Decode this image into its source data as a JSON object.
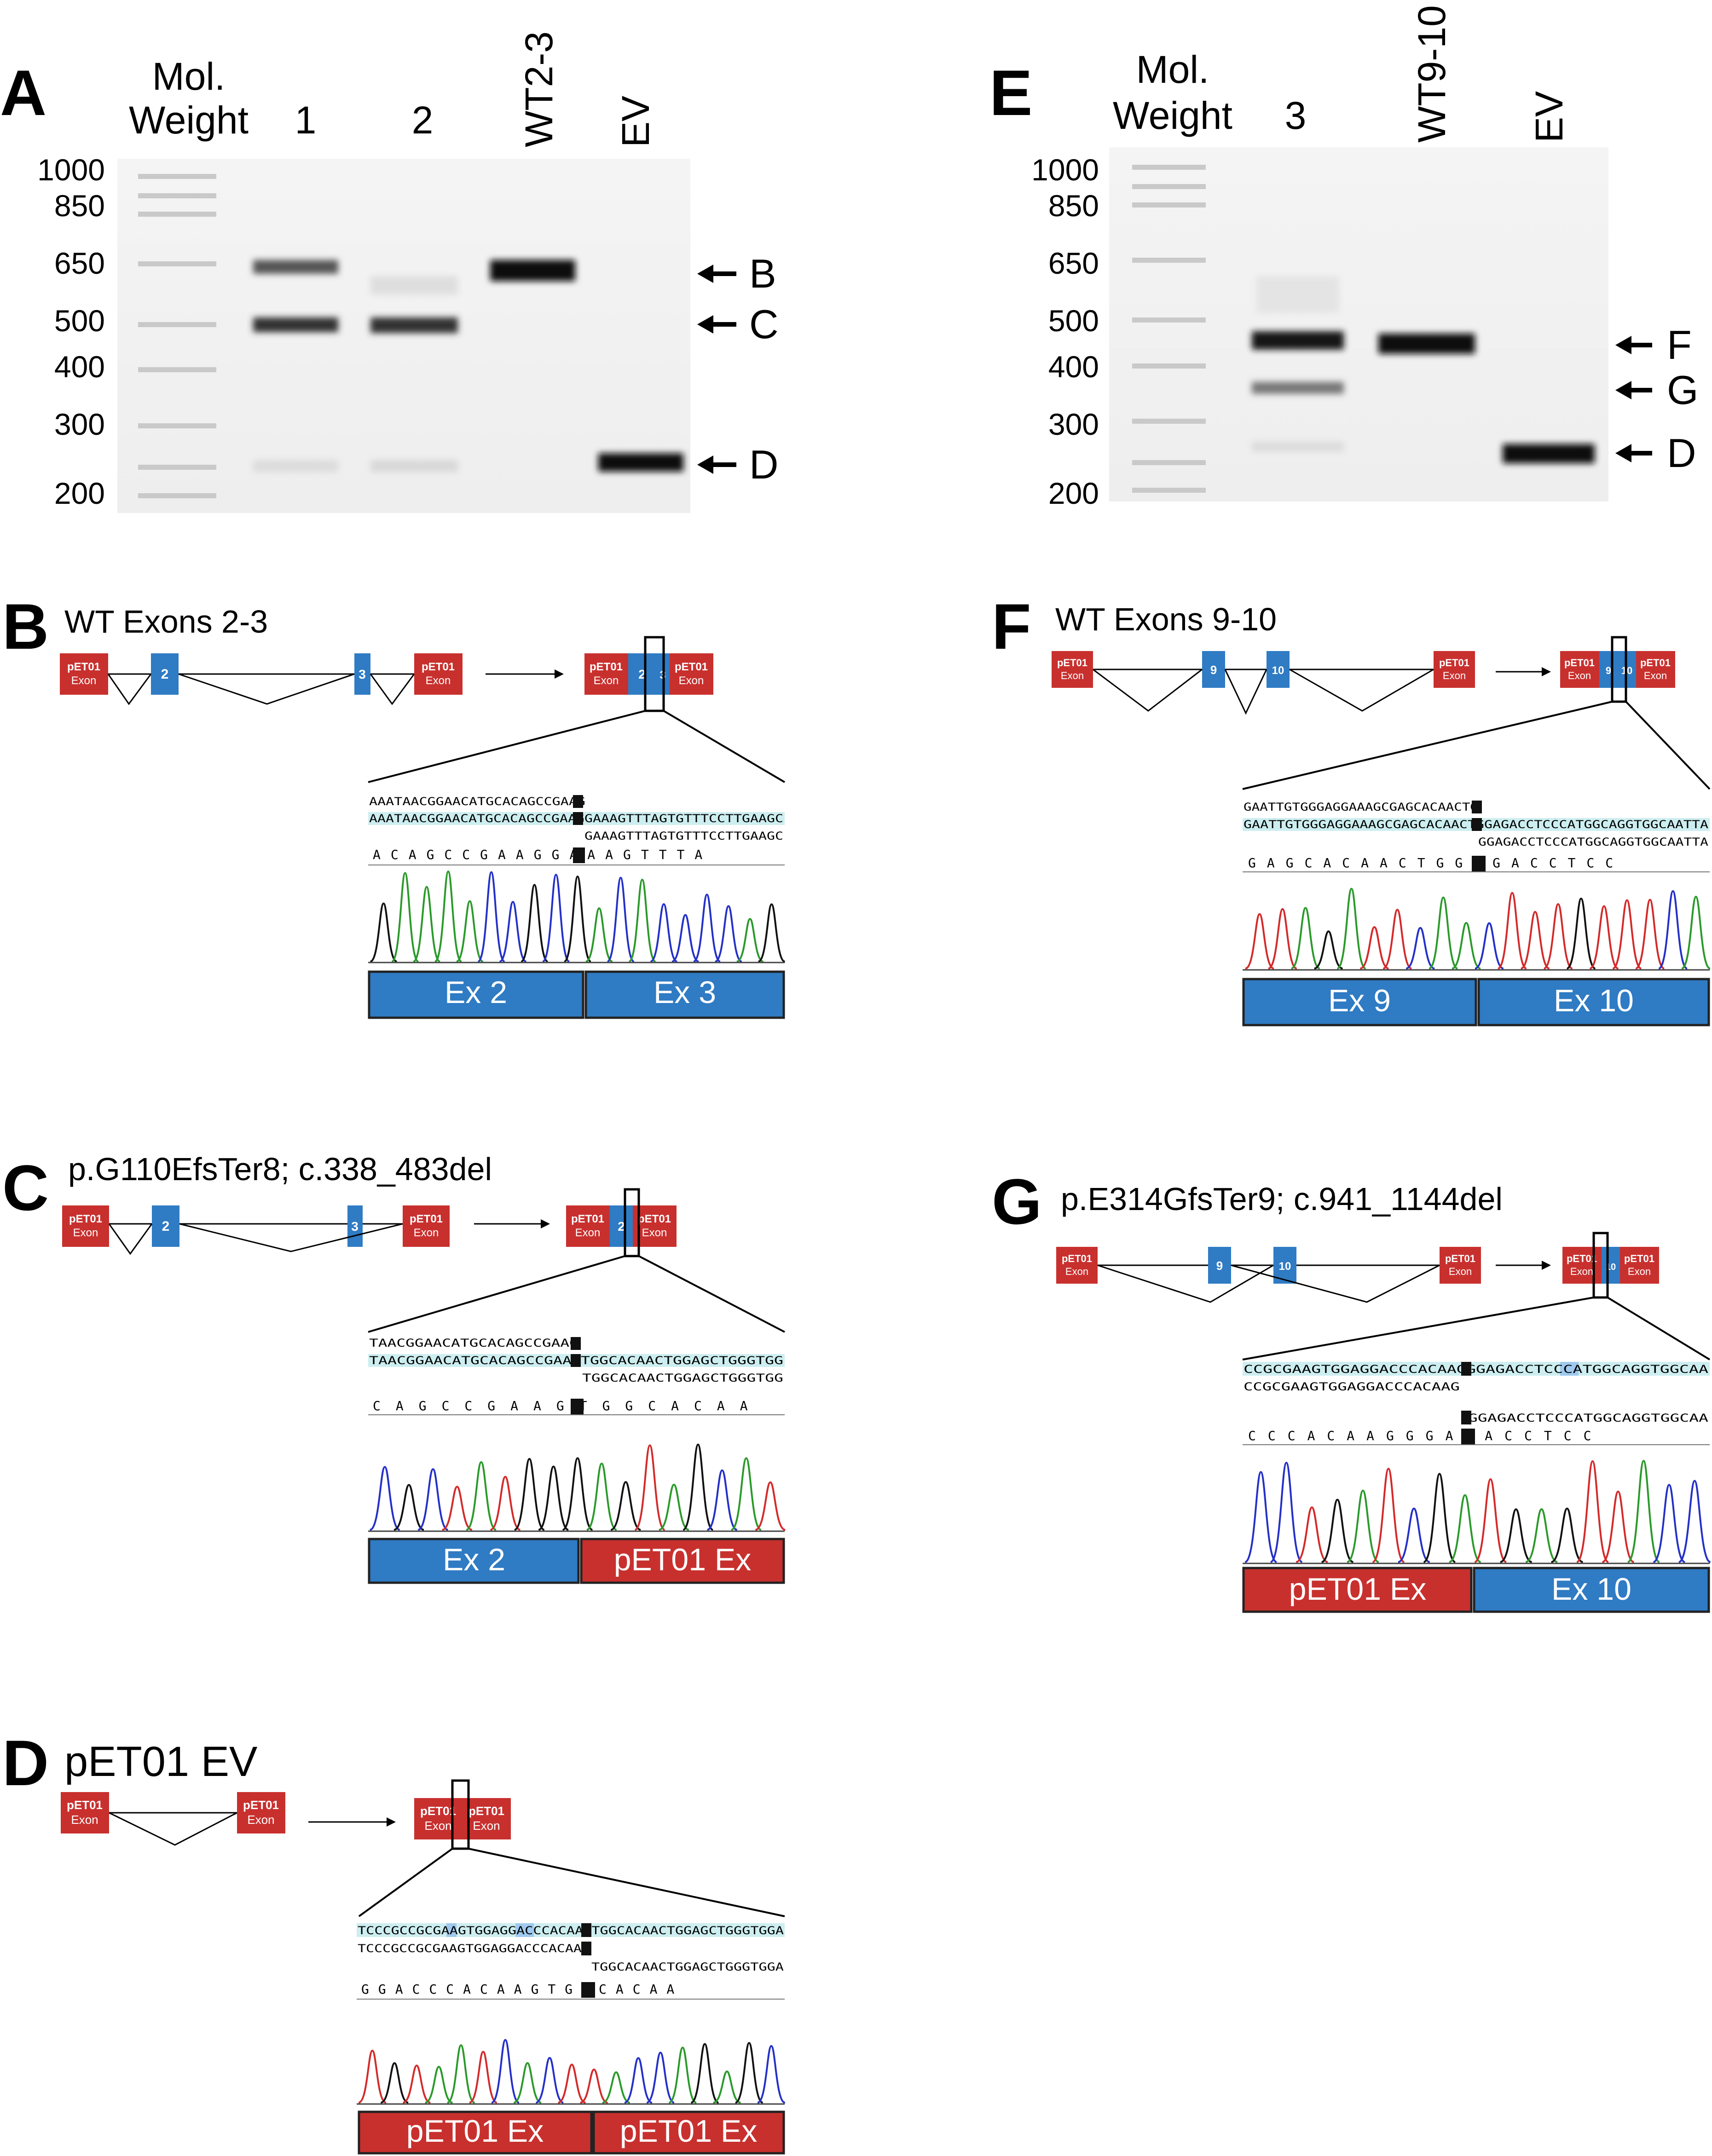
{
  "panels": {
    "A": {
      "letter": "A",
      "lane_labels": {
        "mw1": "Mol.",
        "mw2": "Weight",
        "l1": "1",
        "l2": "2",
        "wt": "WT2-3",
        "ev": "EV"
      },
      "ladder": [
        "1000",
        "850",
        "650",
        "500",
        "400",
        "300",
        "200"
      ],
      "band_labels": [
        "B",
        "C",
        "D"
      ]
    },
    "E": {
      "letter": "E",
      "lane_labels": {
        "mw1": "Mol.",
        "mw2": "Weight",
        "l3": "3",
        "wt": "WT9-10",
        "ev": "EV"
      },
      "ladder": [
        "1000",
        "850",
        "650",
        "500",
        "400",
        "300",
        "200"
      ],
      "band_labels": [
        "F",
        "G",
        "D"
      ]
    },
    "B": {
      "letter": "B",
      "title": "WT Exons 2-3",
      "box_pet": [
        "pET01",
        "Exon"
      ],
      "exon_a": "2",
      "exon_b": "3",
      "seq1": "AAATAACGGAACATGCACAGCCGAAG",
      "seq2": "AAATAACGGAACATGCACAGCCGAAGGAAAGTTTAGTGTTTCCTTGAAGC",
      "seq3": "GAAAGTTTAGTGTTTCCTTGAAGC",
      "bases": "ACAGCCGAAGGAAAGTTTA",
      "bar": [
        "Ex 2",
        "Ex 3"
      ]
    },
    "C": {
      "letter": "C",
      "title": "p.G110EfsTer8; c.338_483del",
      "box_pet": [
        "pET01",
        "Exon"
      ],
      "exon_a": "2",
      "exon_b": "3",
      "seq1": "TAACGGAACATGCACAGCCGAAG",
      "seq2": "TAACGGAACATGCACAGCCGAAGTGGCACAACTGGAGCTGGGTGG",
      "seq3": "TGGCACAACTGGAGCTGGGTGG",
      "bases": "CAGCCGAAGTGGCACAA",
      "bar": [
        "Ex 2",
        "pET01 Ex"
      ]
    },
    "D": {
      "letter": "D",
      "title": "pET01 EV",
      "box_pet": [
        "pET01",
        "Exon"
      ],
      "seq1": "TCCCGCCGCGAAGTGGAGGACCCACAAGTGGCACAACTGGAGCTGGGTGGA",
      "seq2": "TCCCGCCGCGAAGTGGAGGACCCACAAG",
      "seq3": "TGGCACAACTGGAGCTGGGTGGA",
      "bases": "GGACCCACAAGTGGCACAA",
      "bar": [
        "pET01 Ex",
        "pET01 Ex"
      ]
    },
    "F": {
      "letter": "F",
      "title": "WT Exons 9-10",
      "box_pet": [
        "pET01",
        "Exon"
      ],
      "exon_a": "9",
      "exon_b": "10",
      "seq1": "GAATTGTGGGAGGAAAGCGAGCACAACTG",
      "seq2": "GAATTGTGGGAGGAAAGCGAGCACAACTGGAGACCTCCCATGGCAGGTGGCAATTA",
      "seq3": "GGAGACCTCCCATGGCAGGTGGCAATTA",
      "bases": "GAGCACAACTGGAGACCTCC",
      "bar": [
        "Ex 9",
        "Ex 10"
      ]
    },
    "G": {
      "letter": "G",
      "title": "p.E314GfsTer9; c.941_1144del",
      "box_pet": [
        "pET01",
        "Exon"
      ],
      "exon_a": "9",
      "exon_b": "10",
      "seq1": "CCGCGAAGTGGAGGACCCACAAGGGAGACCTCCCATGGCAGGTGGCAA",
      "seq2": "CCGCGAAGTGGAGGACCCACAAG",
      "seq3": "GGAGACCTCCCATGGCAGGTGGCAA",
      "bases": "CCCACAAGGGAGACCTCC",
      "bar": [
        "pET01 Ex",
        "Ex 10"
      ]
    }
  },
  "colors": {
    "exon_red": "#c8302e",
    "exon_blue": "#2f7bc4",
    "seq_hl": "#cdeef0",
    "trace_a": "#2a9a2a",
    "trace_c": "#2430c8",
    "trace_g": "#111111",
    "trace_t": "#d42a2a"
  }
}
